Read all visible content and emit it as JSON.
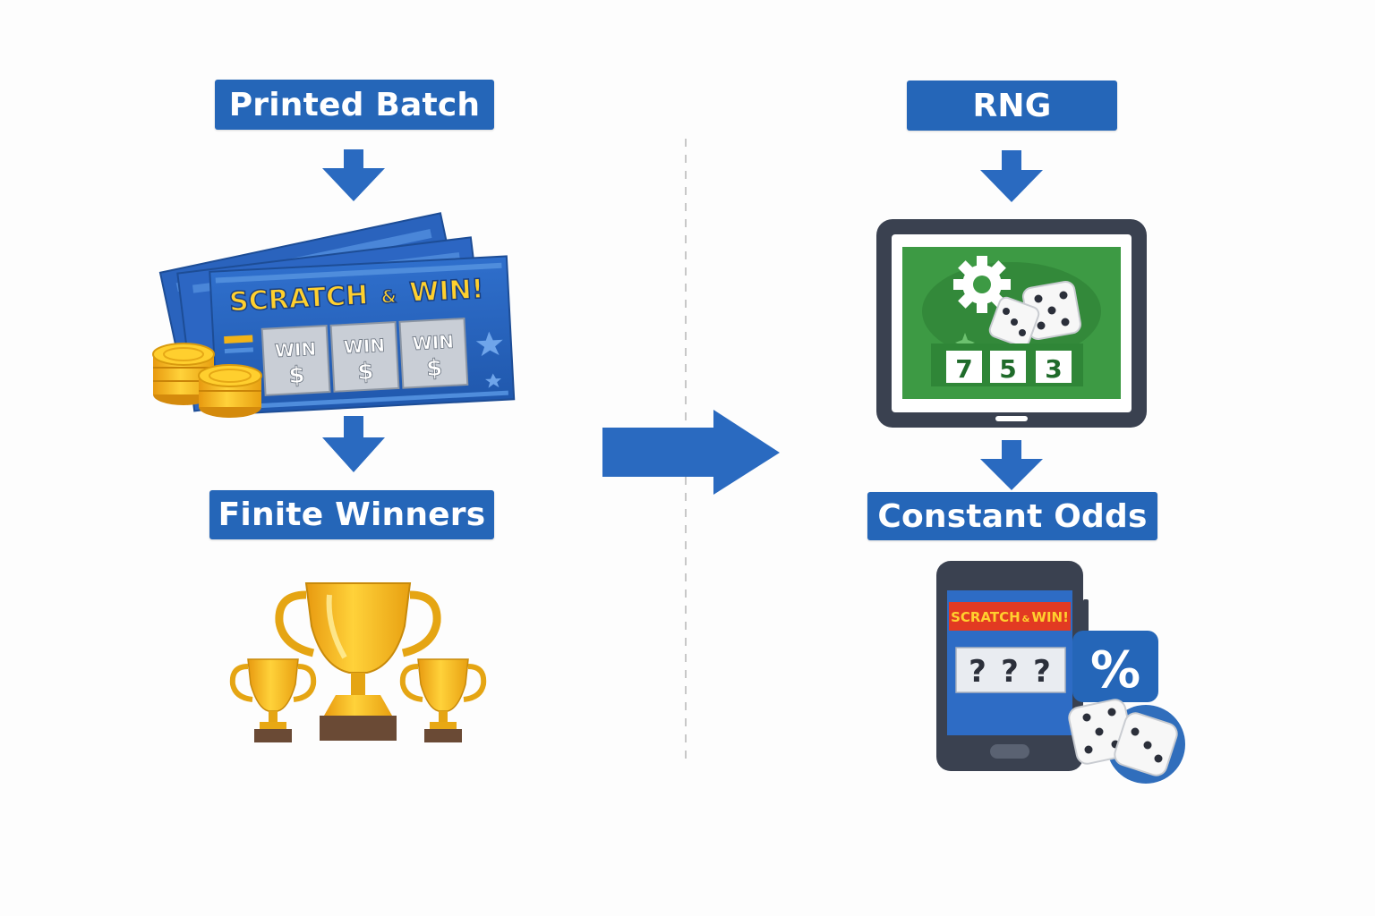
{
  "left": {
    "top_label": "Printed Batch",
    "bottom_label": "Finite Winners",
    "ticket": {
      "title_a": "SCRATCH",
      "title_amp": "&",
      "title_b": "WIN!",
      "panel_word": "WIN",
      "panel_symbol": "$"
    }
  },
  "right": {
    "top_label": "RNG",
    "bottom_label": "Constant Odds",
    "tablet": {
      "digits": [
        "7",
        "5",
        "3"
      ]
    },
    "phone": {
      "banner_a": "SCRATCH",
      "banner_amp": "&",
      "banner_b": "WIN!",
      "slots": [
        "?",
        "?",
        "?"
      ],
      "percent_symbol": "%"
    }
  },
  "colors": {
    "label_blue": "#2566b8",
    "arrow_blue": "#2a6ac0",
    "ticket_blue": "#2a67c0",
    "gold": "#f2b417",
    "screen_green": "#3d9a44",
    "device_dark": "#3a4150"
  }
}
